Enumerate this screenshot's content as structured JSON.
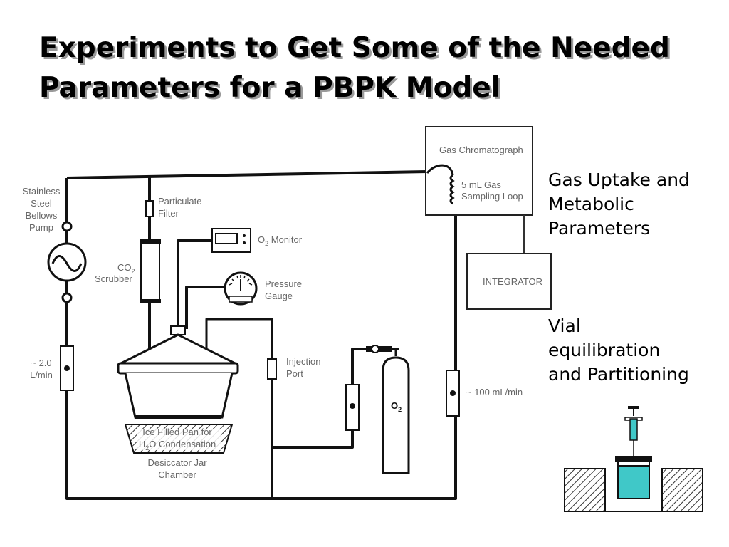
{
  "title": {
    "line1": "Experiments to Get Some of the Needed",
    "line2": "Parameters for a PBPK Model"
  },
  "side_labels": {
    "gas_uptake": [
      "Gas Uptake and",
      "Metabolic",
      "Parameters"
    ],
    "vial": [
      "Vial",
      "equilibration",
      "and Partitioning"
    ]
  },
  "diagram": {
    "gas_chromatograph": "Gas Chromatograph",
    "sampling_loop": [
      "5 mL Gas",
      "Sampling Loop"
    ],
    "integrator": "INTEGRATOR",
    "pump": [
      "Stainless",
      "Steel",
      "Bellows",
      "Pump"
    ],
    "particulate_filter": [
      "Particulate",
      "Filter"
    ],
    "o2_monitor": "O",
    "o2_monitor_sub": "2",
    "o2_monitor_suffix": " Monitor",
    "co2_scrubber": "CO",
    "co2_scrubber_sub": "2",
    "co2_scrubber_line2": "Scrubber",
    "pressure_gauge": [
      "Pressure",
      "Gauge"
    ],
    "injection_port": [
      "Injection",
      "Port"
    ],
    "flow_left": [
      "~ 2.0",
      "L/min"
    ],
    "flow_right": "~ 100 mL/min",
    "ice_pan_line1": "Ice Filled Pan for",
    "ice_pan_line2_prefix": "H",
    "ice_pan_line2_sub": "2",
    "ice_pan_line2_suffix": "O Condensation",
    "desiccator": [
      "Desiccator Jar",
      "Chamber"
    ],
    "o2_tank_label": "O",
    "o2_tank_sub": "2"
  }
}
